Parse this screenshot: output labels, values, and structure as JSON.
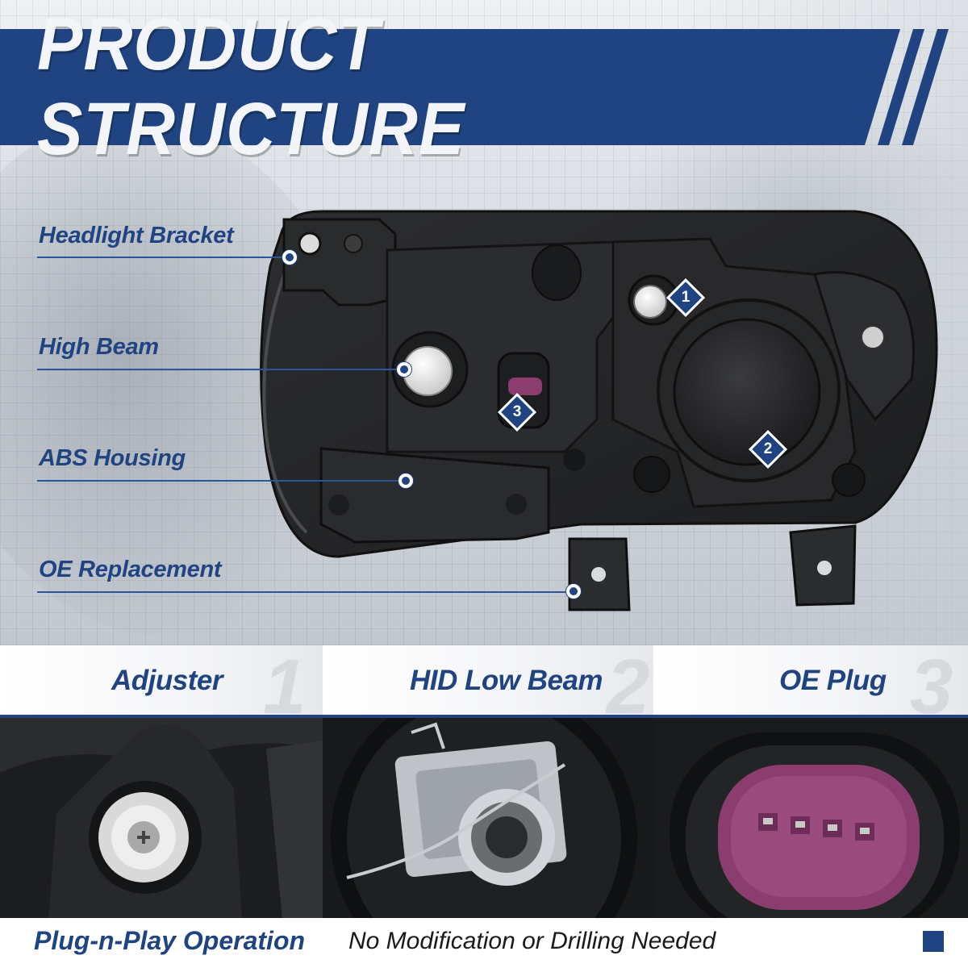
{
  "title": "PRODUCT STRUCTURE",
  "callouts": [
    {
      "label": "Headlight Bracket"
    },
    {
      "label": "High Beam"
    },
    {
      "label": "ABS Housing"
    },
    {
      "label": "OE Replacement"
    }
  ],
  "badges": [
    "1",
    "2",
    "3"
  ],
  "features": [
    {
      "title": "Adjuster",
      "number": "1",
      "icon": "adjuster-screw-photo"
    },
    {
      "title": "HID Low Beam",
      "number": "2",
      "icon": "hid-bulb-socket-photo"
    },
    {
      "title": "OE Plug",
      "number": "3",
      "icon": "connector-plug-photo"
    }
  ],
  "footer": {
    "highlight": "Plug-n-Play Operation",
    "text": "No Modification or Drilling Needed"
  },
  "colors": {
    "brand_blue": "#1f4481",
    "background_gray": "#d9dde3",
    "housing_black": "#232426",
    "plug_purple": "#8a3d6e"
  }
}
